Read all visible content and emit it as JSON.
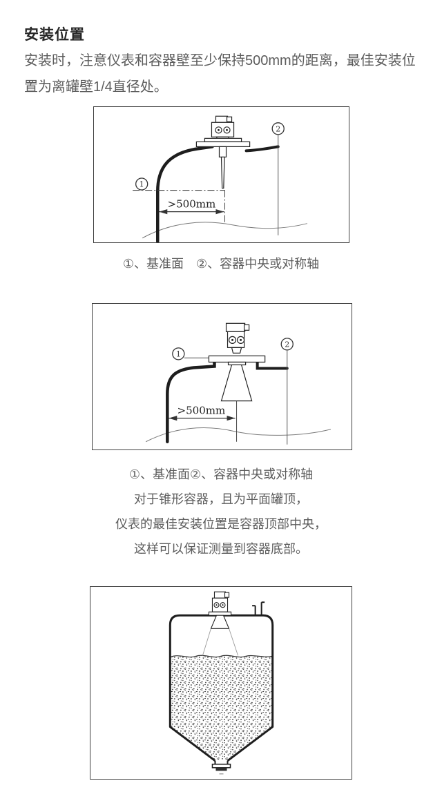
{
  "colors": {
    "background": "#ffffff",
    "heading_text": "#262626",
    "body_text": "#5c5c5c",
    "drawing_line": "#1e1e1e",
    "frame_border": "#3d3d3d"
  },
  "header": {
    "title": "安装位置"
  },
  "intro": {
    "text": "安装时，注意仪表和容器壁至少保持500mm的距离，最佳安装位置为离罐壁1/4直径处。"
  },
  "figure1": {
    "dimension_label": ">500mm",
    "marker1": "1",
    "marker2": "2",
    "caption": "①、基准面　②、容器中央或对称轴"
  },
  "figure2": {
    "dimension_label": ">500mm",
    "marker1": "1",
    "marker2": "2",
    "caption_lines": [
      "①、基准面②、容器中央或对称轴",
      "对于锥形容器，且为平面罐顶，",
      "仪表的最佳安装位置是容器顶部中央，",
      "这样可以保证测量到容器底部。"
    ]
  }
}
